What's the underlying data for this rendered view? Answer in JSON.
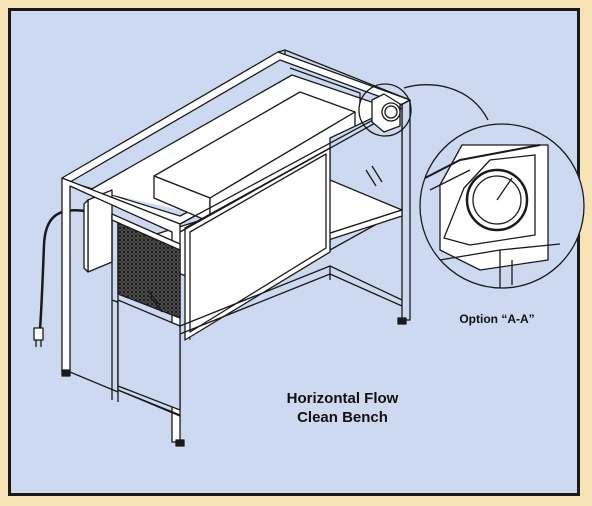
{
  "title_line1": "Horizontal Flow",
  "title_line2": "Clean Bench",
  "option_label": "Option “A-A”",
  "colors": {
    "outer_background": "#f6e3b6",
    "panel_background": "#cdd9f0",
    "line": "#1a1a1a",
    "metal_face": "#ffffff"
  }
}
